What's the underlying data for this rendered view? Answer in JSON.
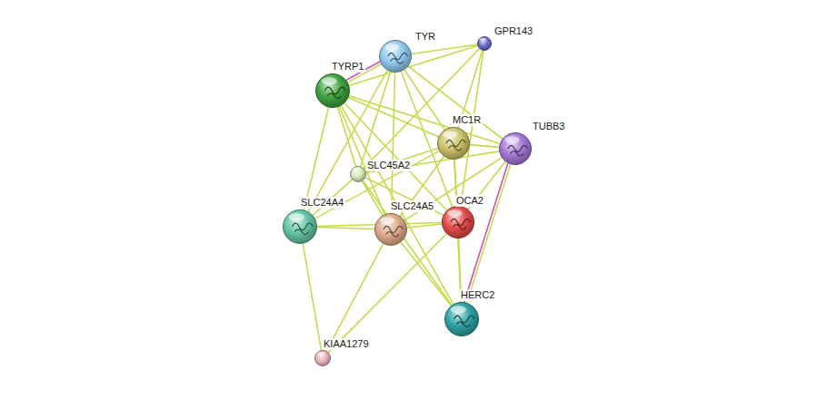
{
  "diagram": {
    "nodes": [
      {
        "text": [
          "TYR"
        ]
      },
      {
        "text": [
          "GPR143"
        ]
      },
      {
        "text": [
          "TYRP1"
        ]
      },
      {
        "text": [
          "MC1R"
        ]
      },
      {
        "text": [
          "TUBB3"
        ]
      },
      {
        "text": [
          "SLC45A2"
        ]
      },
      {
        "text": [
          "SLC24A4"
        ]
      },
      {
        "text": [
          "SLC24A5"
        ]
      },
      {
        "text": [
          "OCA2"
        ]
      },
      {
        "text": [
          "HERC2"
        ]
      },
      {
        "text": [
          "KIAA1279"
        ]
      }
    ],
    "edges": [
      {
        "from": 0,
        "to": 1,
        "arrow": "none"
      },
      {
        "from": 0,
        "to": 2,
        "arrow": "none"
      },
      {
        "from": 0,
        "to": 2,
        "arrow": "none"
      },
      {
        "from": 0,
        "to": 3,
        "arrow": "none"
      },
      {
        "from": 0,
        "to": 4,
        "arrow": "none"
      },
      {
        "from": 0,
        "to": 5,
        "arrow": "none"
      },
      {
        "from": 0,
        "to": 6,
        "arrow": "none"
      },
      {
        "from": 0,
        "to": 7,
        "arrow": "none"
      },
      {
        "from": 0,
        "to": 8,
        "arrow": "none"
      },
      {
        "from": 1,
        "to": 2,
        "arrow": "none"
      },
      {
        "from": 1,
        "to": 3,
        "arrow": "none"
      },
      {
        "from": 1,
        "to": 8,
        "arrow": "none"
      },
      {
        "from": 1,
        "to": 5,
        "arrow": "none"
      },
      {
        "from": 2,
        "to": 3,
        "arrow": "none"
      },
      {
        "from": 2,
        "to": 5,
        "arrow": "none"
      },
      {
        "from": 2,
        "to": 6,
        "arrow": "none"
      },
      {
        "from": 2,
        "to": 7,
        "arrow": "none"
      },
      {
        "from": 2,
        "to": 8,
        "arrow": "none"
      },
      {
        "from": 2,
        "to": 4,
        "arrow": "none"
      },
      {
        "from": 2,
        "to": 9,
        "arrow": "none"
      },
      {
        "from": 3,
        "to": 4,
        "arrow": "none"
      },
      {
        "from": 3,
        "to": 5,
        "arrow": "none"
      },
      {
        "from": 3,
        "to": 8,
        "arrow": "none"
      },
      {
        "from": 3,
        "to": 7,
        "arrow": "none"
      },
      {
        "from": 3,
        "to": 6,
        "arrow": "none"
      },
      {
        "from": 3,
        "to": 9,
        "arrow": "none"
      },
      {
        "from": 4,
        "to": 5,
        "arrow": "none"
      },
      {
        "from": 4,
        "to": 7,
        "arrow": "none"
      },
      {
        "from": 4,
        "to": 8,
        "arrow": "none"
      },
      {
        "from": 4,
        "to": 9,
        "arrow": "none"
      },
      {
        "from": 4,
        "to": 9,
        "arrow": "none"
      },
      {
        "from": 5,
        "to": 6,
        "arrow": "none"
      },
      {
        "from": 5,
        "to": 7,
        "arrow": "none"
      },
      {
        "from": 5,
        "to": 8,
        "arrow": "none"
      },
      {
        "from": 5,
        "to": 9,
        "arrow": "none"
      },
      {
        "from": 6,
        "to": 7,
        "arrow": "none"
      },
      {
        "from": 6,
        "to": 8,
        "arrow": "none"
      },
      {
        "from": 6,
        "to": 10,
        "arrow": "none"
      },
      {
        "from": 7,
        "to": 8,
        "arrow": "none"
      },
      {
        "from": 7,
        "to": 9,
        "arrow": "none"
      },
      {
        "from": 7,
        "to": 10,
        "arrow": "none"
      },
      {
        "from": 8,
        "to": 9,
        "arrow": "none"
      },
      {
        "from": 8,
        "to": 10,
        "arrow": "none"
      }
    ]
  }
}
